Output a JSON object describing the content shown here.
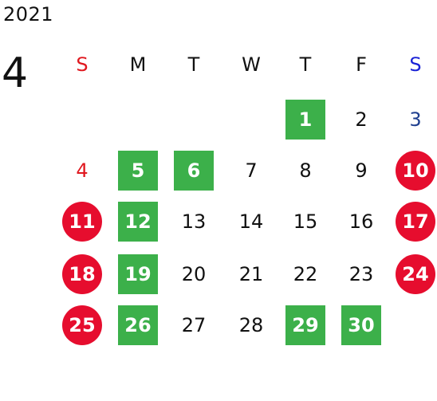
{
  "calendar": {
    "year": "2021",
    "month": "4",
    "weekdays": [
      {
        "label": "S",
        "color": "#e0181f"
      },
      {
        "label": "M",
        "color": "#111111"
      },
      {
        "label": "T",
        "color": "#111111"
      },
      {
        "label": "W",
        "color": "#111111"
      },
      {
        "label": "T",
        "color": "#111111"
      },
      {
        "label": "F",
        "color": "#111111"
      },
      {
        "label": "S",
        "color": "#1a22d6"
      }
    ],
    "days": [
      {
        "d": "1",
        "style": "green"
      },
      {
        "d": "2",
        "style": "normal"
      },
      {
        "d": "3",
        "style": "saturday-plain"
      },
      {
        "d": "4",
        "style": "sunday-plain"
      },
      {
        "d": "5",
        "style": "green"
      },
      {
        "d": "6",
        "style": "green"
      },
      {
        "d": "7",
        "style": "normal"
      },
      {
        "d": "8",
        "style": "normal"
      },
      {
        "d": "9",
        "style": "normal"
      },
      {
        "d": "10",
        "style": "red"
      },
      {
        "d": "11",
        "style": "red"
      },
      {
        "d": "12",
        "style": "green"
      },
      {
        "d": "13",
        "style": "normal"
      },
      {
        "d": "14",
        "style": "normal"
      },
      {
        "d": "15",
        "style": "normal"
      },
      {
        "d": "16",
        "style": "normal"
      },
      {
        "d": "17",
        "style": "red"
      },
      {
        "d": "18",
        "style": "red"
      },
      {
        "d": "19",
        "style": "green"
      },
      {
        "d": "20",
        "style": "normal"
      },
      {
        "d": "21",
        "style": "normal"
      },
      {
        "d": "22",
        "style": "normal"
      },
      {
        "d": "23",
        "style": "normal"
      },
      {
        "d": "24",
        "style": "red"
      },
      {
        "d": "25",
        "style": "red"
      },
      {
        "d": "26",
        "style": "green"
      },
      {
        "d": "27",
        "style": "normal"
      },
      {
        "d": "28",
        "style": "normal"
      },
      {
        "d": "29",
        "style": "green"
      },
      {
        "d": "30",
        "style": "green"
      }
    ],
    "first_weekday_index": 4
  }
}
